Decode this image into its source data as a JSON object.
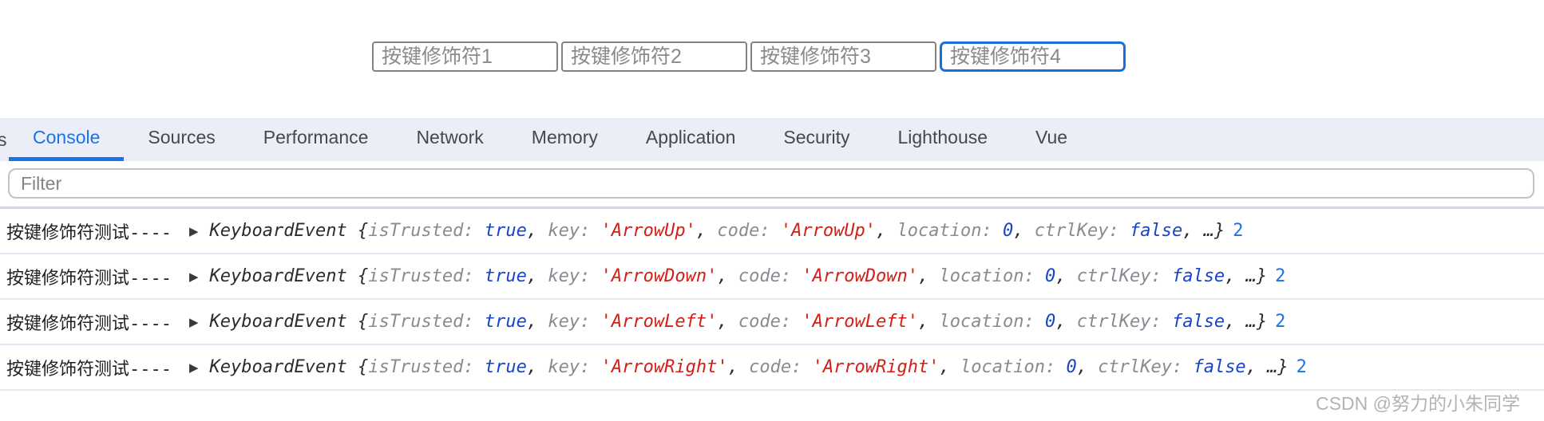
{
  "colors": {
    "accent": "#1a73e8",
    "focused_input_border": "#1a6fd8",
    "string_red": "#d21f17",
    "value_blue": "#1744c8",
    "key_gray": "#8a8a92",
    "tabbar_bg": "#ebeef7"
  },
  "inputs": {
    "fields": [
      {
        "placeholder": "按键修饰符1",
        "focused": false
      },
      {
        "placeholder": "按键修饰符2",
        "focused": false
      },
      {
        "placeholder": "按键修饰符3",
        "focused": false
      },
      {
        "placeholder": "按键修饰符4",
        "focused": true
      }
    ]
  },
  "devtools": {
    "tabs": {
      "overflow_fragment": "s",
      "items": [
        {
          "label": "Console",
          "active": true
        },
        {
          "label": "Sources",
          "active": false
        },
        {
          "label": "Performance",
          "active": false
        },
        {
          "label": "Network",
          "active": false
        },
        {
          "label": "Memory",
          "active": false
        },
        {
          "label": "Application",
          "active": false
        },
        {
          "label": "Security",
          "active": false
        },
        {
          "label": "Lighthouse",
          "active": false
        },
        {
          "label": "Vue",
          "active": false
        }
      ]
    },
    "filter": {
      "placeholder": "Filter"
    },
    "console": {
      "rows": [
        {
          "prefix": "按键修饰符测试----",
          "disclosure": "▶",
          "repeat_count": "2",
          "tokens": [
            {
              "c": "obj",
              "v": "KeyboardEvent {"
            },
            {
              "c": "key",
              "v": "isTrusted: "
            },
            {
              "c": "num",
              "v": "true"
            },
            {
              "c": "obj",
              "v": ", "
            },
            {
              "c": "key",
              "v": "key: "
            },
            {
              "c": "str",
              "v": "'ArrowUp'"
            },
            {
              "c": "obj",
              "v": ", "
            },
            {
              "c": "key",
              "v": "code: "
            },
            {
              "c": "str",
              "v": "'ArrowUp'"
            },
            {
              "c": "obj",
              "v": ", "
            },
            {
              "c": "key",
              "v": "location: "
            },
            {
              "c": "num",
              "v": "0"
            },
            {
              "c": "obj",
              "v": ", "
            },
            {
              "c": "key",
              "v": "ctrlKey: "
            },
            {
              "c": "num",
              "v": "false"
            },
            {
              "c": "obj",
              "v": ", …}"
            },
            {
              "c": "cnt",
              "v": "2"
            }
          ]
        },
        {
          "prefix": "按键修饰符测试----",
          "disclosure": "▶",
          "repeat_count": "2",
          "tokens": [
            {
              "c": "obj",
              "v": "KeyboardEvent {"
            },
            {
              "c": "key",
              "v": "isTrusted: "
            },
            {
              "c": "num",
              "v": "true"
            },
            {
              "c": "obj",
              "v": ", "
            },
            {
              "c": "key",
              "v": "key: "
            },
            {
              "c": "str",
              "v": "'ArrowDown'"
            },
            {
              "c": "obj",
              "v": ", "
            },
            {
              "c": "key",
              "v": "code: "
            },
            {
              "c": "str",
              "v": "'ArrowDown'"
            },
            {
              "c": "obj",
              "v": ", "
            },
            {
              "c": "key",
              "v": "location: "
            },
            {
              "c": "num",
              "v": "0"
            },
            {
              "c": "obj",
              "v": ", "
            },
            {
              "c": "key",
              "v": "ctrlKey: "
            },
            {
              "c": "num",
              "v": "false"
            },
            {
              "c": "obj",
              "v": ", …}"
            },
            {
              "c": "cnt",
              "v": "2"
            }
          ]
        },
        {
          "prefix": "按键修饰符测试----",
          "disclosure": "▶",
          "repeat_count": "2",
          "tokens": [
            {
              "c": "obj",
              "v": "KeyboardEvent {"
            },
            {
              "c": "key",
              "v": "isTrusted: "
            },
            {
              "c": "num",
              "v": "true"
            },
            {
              "c": "obj",
              "v": ", "
            },
            {
              "c": "key",
              "v": "key: "
            },
            {
              "c": "str",
              "v": "'ArrowLeft'"
            },
            {
              "c": "obj",
              "v": ", "
            },
            {
              "c": "key",
              "v": "code: "
            },
            {
              "c": "str",
              "v": "'ArrowLeft'"
            },
            {
              "c": "obj",
              "v": ", "
            },
            {
              "c": "key",
              "v": "location: "
            },
            {
              "c": "num",
              "v": "0"
            },
            {
              "c": "obj",
              "v": ", "
            },
            {
              "c": "key",
              "v": "ctrlKey: "
            },
            {
              "c": "num",
              "v": "false"
            },
            {
              "c": "obj",
              "v": ", …}"
            },
            {
              "c": "cnt",
              "v": "2"
            }
          ]
        },
        {
          "prefix": "按键修饰符测试----",
          "disclosure": "▶",
          "repeat_count": "2",
          "tokens": [
            {
              "c": "obj",
              "v": "KeyboardEvent {"
            },
            {
              "c": "key",
              "v": "isTrusted: "
            },
            {
              "c": "num",
              "v": "true"
            },
            {
              "c": "obj",
              "v": ", "
            },
            {
              "c": "key",
              "v": "key: "
            },
            {
              "c": "str",
              "v": "'ArrowRight'"
            },
            {
              "c": "obj",
              "v": ", "
            },
            {
              "c": "key",
              "v": "code: "
            },
            {
              "c": "str",
              "v": "'ArrowRight'"
            },
            {
              "c": "obj",
              "v": ", "
            },
            {
              "c": "key",
              "v": "location: "
            },
            {
              "c": "num",
              "v": "0"
            },
            {
              "c": "obj",
              "v": ", "
            },
            {
              "c": "key",
              "v": "ctrlKey: "
            },
            {
              "c": "num",
              "v": "false"
            },
            {
              "c": "obj",
              "v": ", …}"
            },
            {
              "c": "cnt",
              "v": "2"
            }
          ]
        }
      ]
    }
  },
  "watermark": {
    "text": "CSDN @努力的小朱同学"
  }
}
